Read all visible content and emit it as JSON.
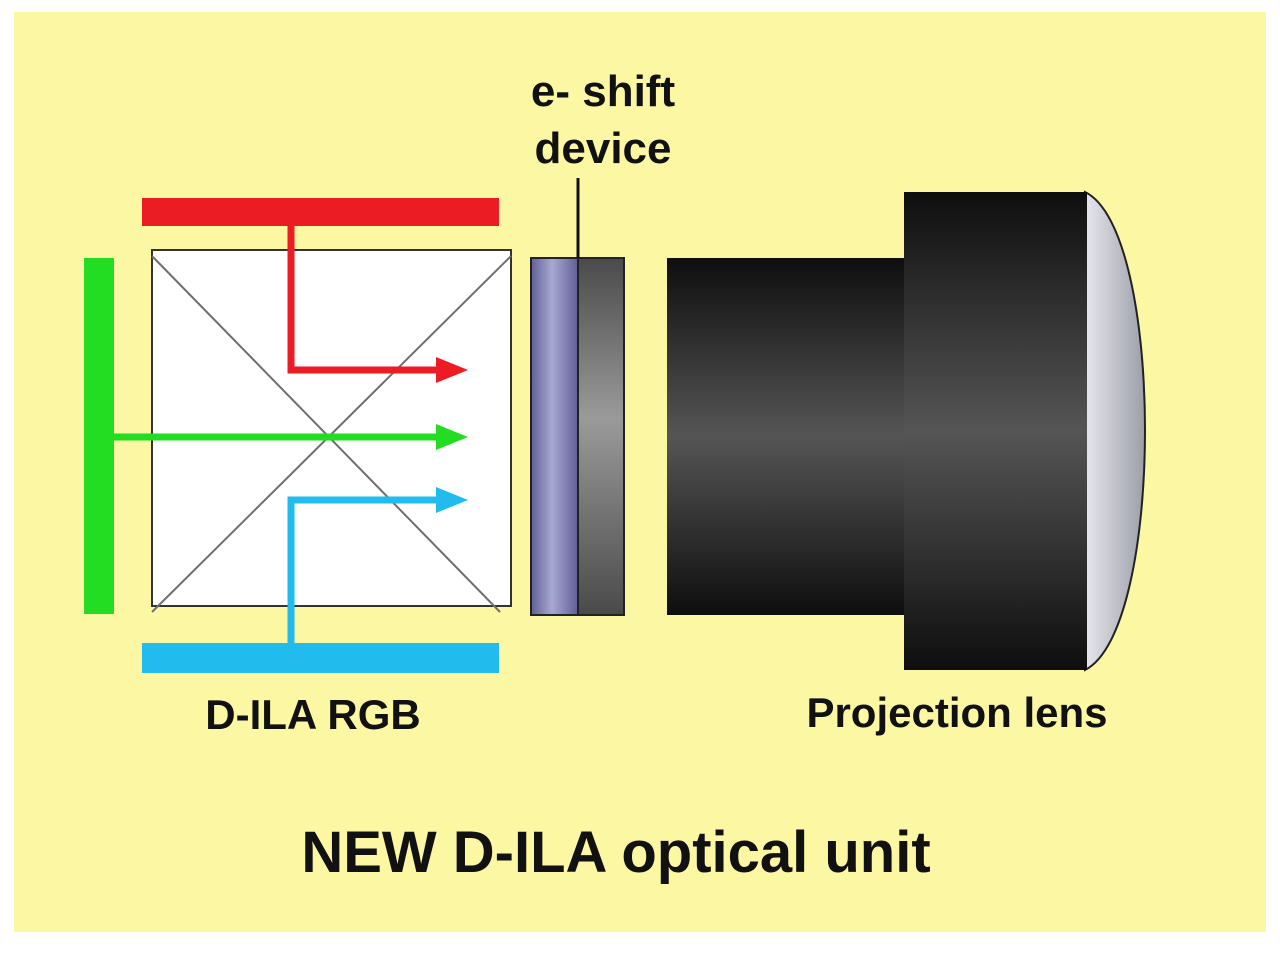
{
  "diagram": {
    "title": "NEW D-ILA optical unit",
    "labels": {
      "eshift_line1": "e- shift",
      "eshift_line2": "device",
      "dila_rgb": "D-ILA RGB",
      "projection_lens": "Projection lens"
    }
  },
  "colors": {
    "background_panel": "#fbf7a3",
    "red_channel": "#ec1c24",
    "green_channel": "#22dd22",
    "blue_channel": "#22bbee",
    "prism_fill": "#ffffff",
    "eshift_front": "#7b7db0",
    "eshift_back": "#6e6e6e",
    "lens_body": "#1f1f1f",
    "lens_glass": "#cfd1d8"
  }
}
